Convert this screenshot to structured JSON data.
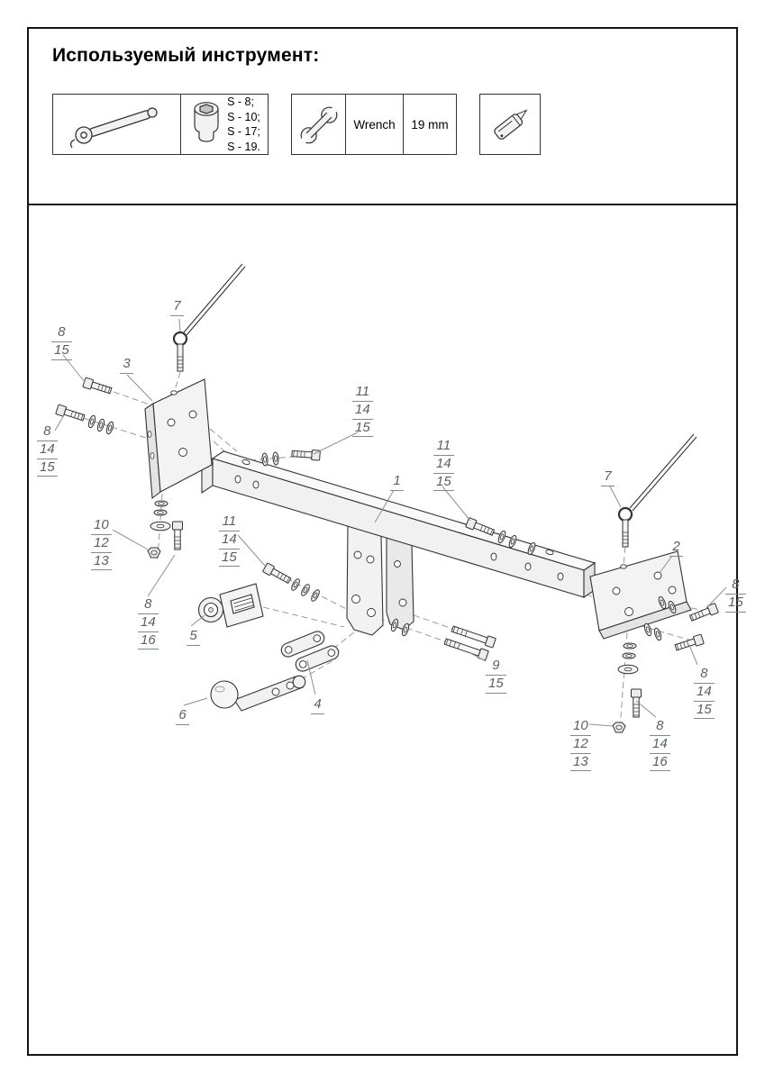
{
  "header": {
    "title": "Используемый инструмент:"
  },
  "tools": {
    "socket": {
      "sizes": [
        "S - 8;",
        "S - 10;",
        "S - 17;",
        "S - 19."
      ]
    },
    "wrench": {
      "label": "Wrench",
      "size": "19 mm"
    },
    "icons": {
      "ratchet": "ratchet-icon",
      "socket": "socket-icon",
      "wrench": "wrench-icon",
      "knife": "knife-icon"
    }
  },
  "diagram": {
    "callouts": [
      {
        "id": "c7-left",
        "lines": [
          "7"
        ]
      },
      {
        "id": "c8-15-left",
        "lines": [
          "8",
          "15"
        ]
      },
      {
        "id": "c3",
        "lines": [
          "3"
        ]
      },
      {
        "id": "c8-14-15-left",
        "lines": [
          "8",
          "14",
          "15"
        ]
      },
      {
        "id": "c11-14-15-top",
        "lines": [
          "11",
          "14",
          "15"
        ]
      },
      {
        "id": "c11-14-15-right",
        "lines": [
          "11",
          "14",
          "15"
        ]
      },
      {
        "id": "c1",
        "lines": [
          "1"
        ]
      },
      {
        "id": "c7-right",
        "lines": [
          "7"
        ]
      },
      {
        "id": "c2",
        "lines": [
          "2"
        ]
      },
      {
        "id": "c10-12-13-left",
        "lines": [
          "10",
          "12",
          "13"
        ]
      },
      {
        "id": "c11-14-15-left-mid",
        "lines": [
          "11",
          "14",
          "15"
        ]
      },
      {
        "id": "c8-14-16-left",
        "lines": [
          "8",
          "14",
          "16"
        ]
      },
      {
        "id": "c5",
        "lines": [
          "5"
        ]
      },
      {
        "id": "c6",
        "lines": [
          "6"
        ]
      },
      {
        "id": "c4",
        "lines": [
          "4"
        ]
      },
      {
        "id": "c9-15",
        "lines": [
          "9",
          "15"
        ]
      },
      {
        "id": "c8-15-right",
        "lines": [
          "8",
          "15"
        ]
      },
      {
        "id": "c8-14-15-right",
        "lines": [
          "8",
          "14",
          "15"
        ]
      },
      {
        "id": "c10-12-13-right",
        "lines": [
          "10",
          "12",
          "13"
        ]
      },
      {
        "id": "c8-14-16-right",
        "lines": [
          "8",
          "14",
          "16"
        ]
      }
    ]
  }
}
